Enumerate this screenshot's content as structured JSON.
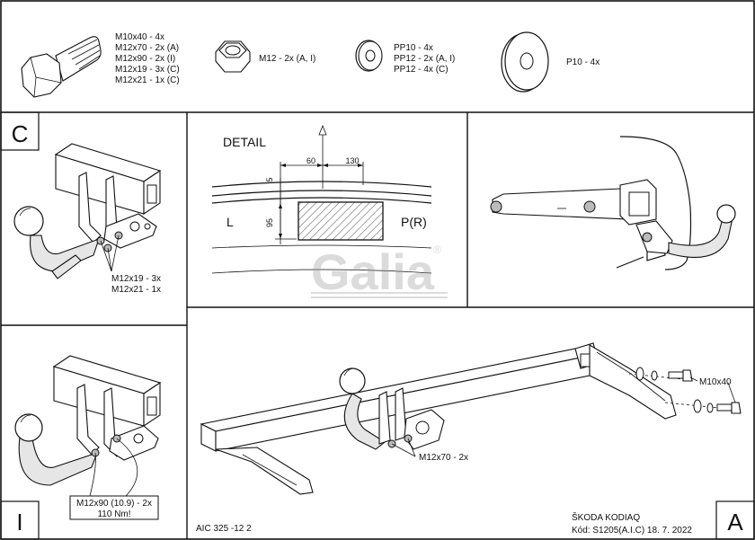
{
  "hardware": {
    "bolt_specs": [
      "M10x40 - 4x",
      "M12x70 - 2x (A)",
      "M12x90 - 2x (I)",
      "M12x19 - 3x (C)",
      "M12x21 - 1x (C)"
    ],
    "nut_spec": "M12 - 2x (A, I)",
    "washer_specs": [
      "PP10 - 4x",
      "PP12 - 2x (A, I)",
      "PP12 - 4x (C)"
    ],
    "large_washer_spec": "P10 - 4x"
  },
  "panel_c": {
    "letter": "C",
    "labels": [
      "M12x19 - 3x",
      "M12x21 - 1x"
    ]
  },
  "detail": {
    "title": "DETAIL",
    "dim_60": "60",
    "dim_130": "130",
    "dim_5": "5",
    "dim_95": "95",
    "left_label": "L",
    "right_label": "P(R)",
    "watermark": "Galia",
    "registered": "®"
  },
  "panel_i": {
    "letter": "I",
    "labels": [
      "M12x90 (10.9) - 2x",
      "110 Nm!"
    ]
  },
  "panel_a": {
    "letter": "A",
    "bolt_label": "M10x40",
    "mount_label": "M12x70 - 2x",
    "drawing_no": "AIC 325 -12 2",
    "vehicle": "ŠKODA KODIAQ",
    "code_line": "Kód: S1205(A.I.C)  18. 7. 2022"
  }
}
